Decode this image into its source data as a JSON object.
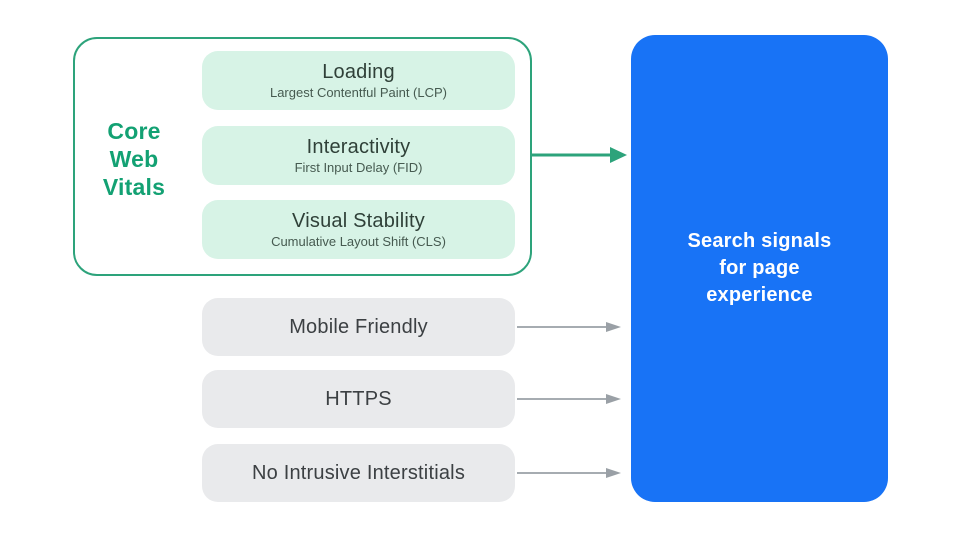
{
  "diagram": {
    "core_web_vitals": {
      "label": "Core\nWeb\nVitals",
      "items": [
        {
          "title": "Loading",
          "subtitle": "Largest Contentful Paint (LCP)"
        },
        {
          "title": "Interactivity",
          "subtitle": "First Input Delay (FID)"
        },
        {
          "title": "Visual Stability",
          "subtitle": "Cumulative Layout Shift (CLS)"
        }
      ]
    },
    "other_signals": [
      {
        "label": "Mobile Friendly"
      },
      {
        "label": "HTTPS"
      },
      {
        "label": "No Intrusive Interstitials"
      }
    ],
    "result": {
      "label": "Search signals\nfor page\nexperience"
    },
    "colors": {
      "green_border": "#2da37b",
      "green_text": "#13a173",
      "mint_fill": "#d7f3e6",
      "pill_title_text": "#2f4038",
      "pill_subtitle_text": "#465a50",
      "gray_fill": "#e9eaec",
      "gray_text": "#3c4043",
      "gray_arrow": "#9aa0a6",
      "blue_fill": "#1873f6",
      "result_text": "#ffffff"
    }
  }
}
